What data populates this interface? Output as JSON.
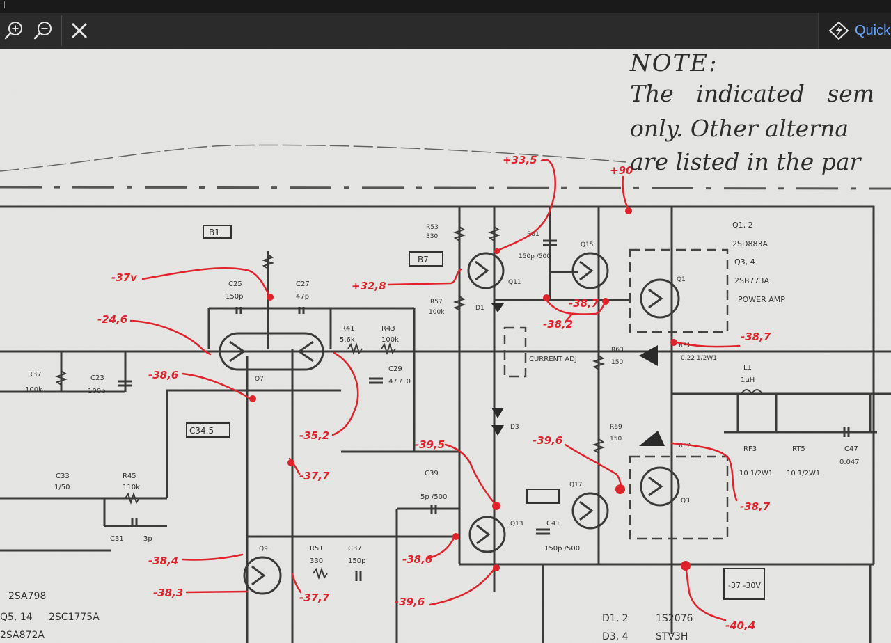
{
  "window": {
    "title": ""
  },
  "toolbar": {
    "zoom_in": "zoom-in-icon",
    "zoom_out": "zoom-out-icon",
    "close": "close-icon",
    "quick_label": "Quick",
    "quick_icon": "quick-share-icon"
  },
  "colors": {
    "toolbar_bg": "#2b2b2b",
    "accent": "#6aa7ff",
    "annotation_red": "#e0222a",
    "paper": "#e4e4e2",
    "ink": "#2d2d2d"
  },
  "document": {
    "note": {
      "heading": "NOTE:",
      "lines": [
        "The indicated sem",
        "only. Other alterna",
        "are listed in the par"
      ]
    },
    "schematic_labels": {
      "q12": "Q1, 2",
      "q12_part": "2SD883A",
      "q34": "Q3, 4",
      "q34_part": "2SB773A",
      "power_amp": "POWER AMP",
      "q1": "Q1",
      "q3": "Q3",
      "q7": "Q7",
      "q9": "Q9",
      "q11": "Q11",
      "q13": "Q13",
      "q15": "Q15",
      "q17": "Q17",
      "d1": "D1",
      "d3": "D3",
      "r37": "R37",
      "r37_val": "100k",
      "c23": "C23",
      "c23_val": "100p",
      "c25": "C25",
      "c25_val": "150p",
      "c27": "C27",
      "c27_val": "47p",
      "r41": "R41",
      "r41_val": "5.6k",
      "r43": "R43",
      "r43_val": "100k",
      "c29": "C29",
      "c29_val": "47 /10",
      "r51": "R51",
      "r51_val": "330",
      "c37": "C37",
      "c37_val": "150p",
      "c33": "C33",
      "c33_val": "1/50",
      "r45": "R45",
      "r45_val": "110k",
      "c31": "C31",
      "c31_val": "3p",
      "c39": "C39",
      "c39_val": "5p /500",
      "c41": "C41",
      "c41_val": "150p /500",
      "c47": "C47",
      "c47_val": "0.047",
      "rf3": "RF3",
      "rf3_val": "10 1/2W1",
      "rt5": "RT5",
      "rt5_val": "10 1/2W1",
      "l1": "L1",
      "l1_val": "1μH",
      "r53": "R53",
      "r53_val": "330",
      "r57": "R57",
      "r57_val": "100k",
      "r63": "R63",
      "r63_val": "150",
      "r69": "R69",
      "r69_val": "150",
      "r81": "R81",
      "r81_val": "150p /500",
      "rp": "RP1",
      "rp2": "RP2",
      "rval": "0.22 1/2W1",
      "current_adj": "CURRENT ADJ",
      "d12": "D1, 2",
      "d12_part": "1S2076",
      "d34": "D3, 4",
      "d34_part": "STV3H",
      "left_parts": [
        "2SA798",
        "Q5, 14",
        "2SC1775A",
        "2SA872A"
      ],
      "ref_box_1": "-37 -30V",
      "ref_box_2": "C34.5",
      "box_top": "B1",
      "box_mid": "B7"
    },
    "annotations": [
      "+33,5",
      "+90",
      "+32,8",
      "-37v",
      "-24,6",
      "-38,6",
      "-35,2",
      "-37,7",
      "-38,2",
      "-38,7",
      "-38,7",
      "-39,5",
      "-39,6",
      "-38,7",
      "-38,4",
      "-38,3",
      "-38,6",
      "-37,7",
      "-39,6",
      "-40,4"
    ]
  }
}
